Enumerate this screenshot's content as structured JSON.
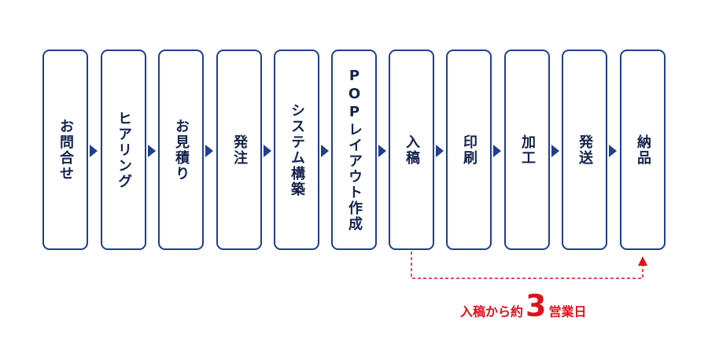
{
  "steps": [
    {
      "label": "お問合せ"
    },
    {
      "label": "ヒアリング"
    },
    {
      "label": "お見積り"
    },
    {
      "label": "発注"
    },
    {
      "label": "システム構築"
    },
    {
      "label": "POPレイアウト作成"
    },
    {
      "label": "入稿"
    },
    {
      "label": "印刷"
    },
    {
      "label": "加工"
    },
    {
      "label": "発送"
    },
    {
      "label": "納品"
    }
  ],
  "note": {
    "prefix": "入稿から約",
    "number": "3",
    "suffix": "営業日"
  },
  "colors": {
    "box_border": "#1f3f8f",
    "text": "#14244f",
    "accent": "#e0101a"
  }
}
